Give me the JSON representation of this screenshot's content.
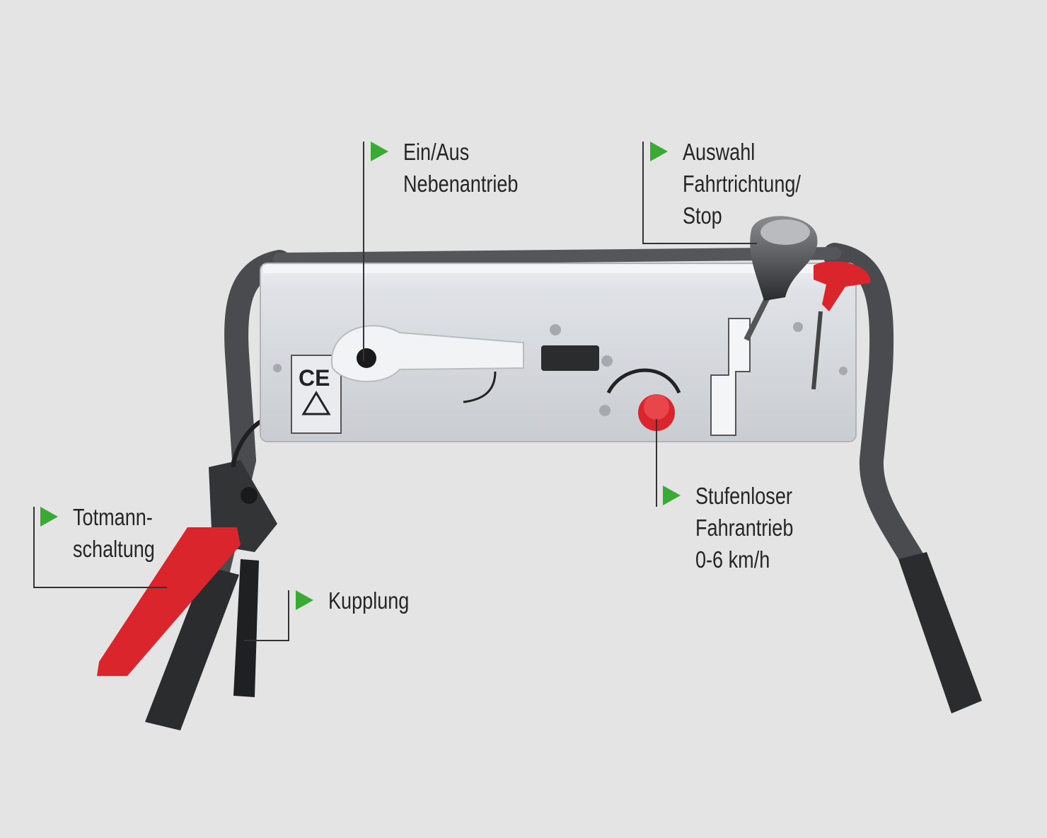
{
  "colors": {
    "background": "#e4e4e4",
    "accent_green": "#3aaa35",
    "leader_line": "#333333",
    "red": "#d9252b",
    "panel": "#d8dbe0",
    "frame": "#4a4b4e",
    "grip": "#2b2c2e"
  },
  "icons": {
    "marker": "green-triangle-icon"
  },
  "callouts": {
    "pto": {
      "line1": "Ein/Aus",
      "line2": "Nebenantrieb"
    },
    "direction": {
      "line1": "Auswahl",
      "line2": "Fahrtrichtung/",
      "line3": "Stop"
    },
    "drive": {
      "line1": "Stufenloser",
      "line2": "Fahrantrieb",
      "line3": "0-6 km/h"
    },
    "deadman": {
      "line1": "Totmann-",
      "line2": "schaltung"
    },
    "clutch": {
      "line1": "Kupplung"
    }
  },
  "panel": {
    "ce_mark": "CE"
  }
}
